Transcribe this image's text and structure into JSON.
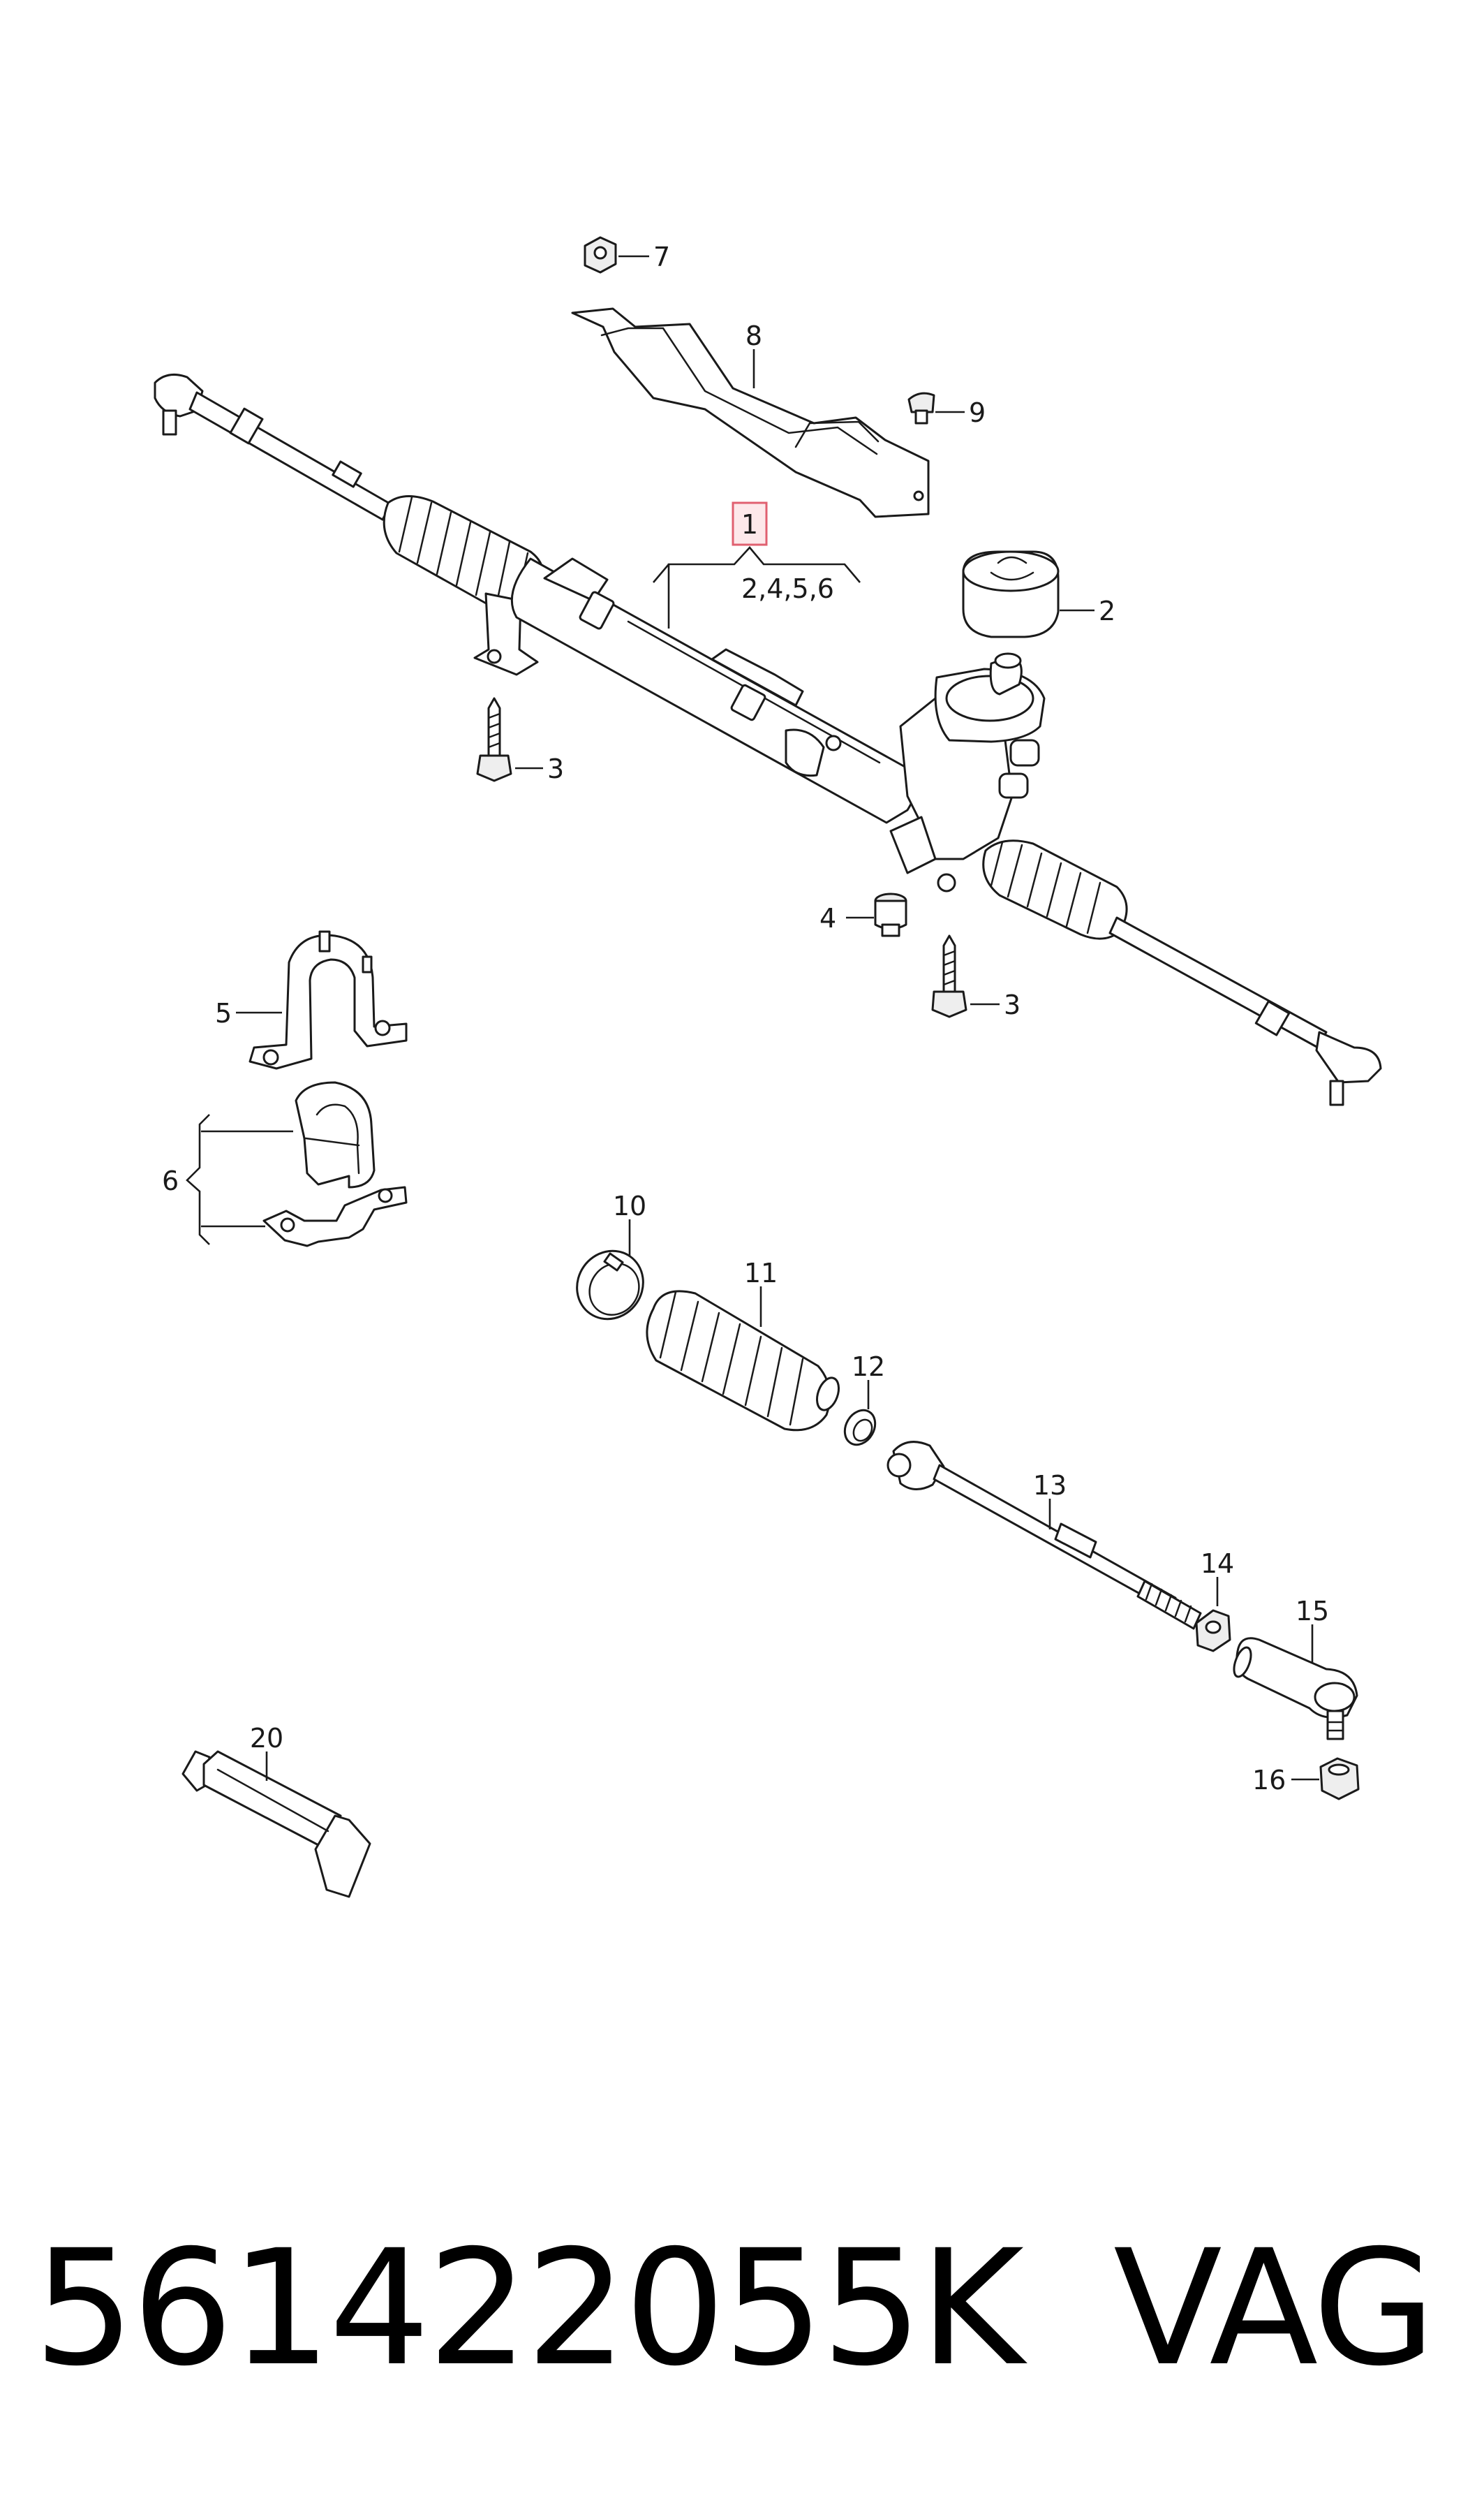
{
  "diagram": {
    "callouts": {
      "c1": "1",
      "c1_sub": "2,4,5,6",
      "c2": "2",
      "c3a": "3",
      "c3b": "3",
      "c4": "4",
      "c5": "5",
      "c6": "6",
      "c7": "7",
      "c8": "8",
      "c9": "9",
      "c10": "10",
      "c11": "11",
      "c12": "12",
      "c13": "13",
      "c14": "14",
      "c15": "15",
      "c16": "16",
      "c20": "20"
    },
    "highlight_color": "#e06070"
  },
  "caption": {
    "part_number": "561422055K",
    "brand": "VAG"
  }
}
